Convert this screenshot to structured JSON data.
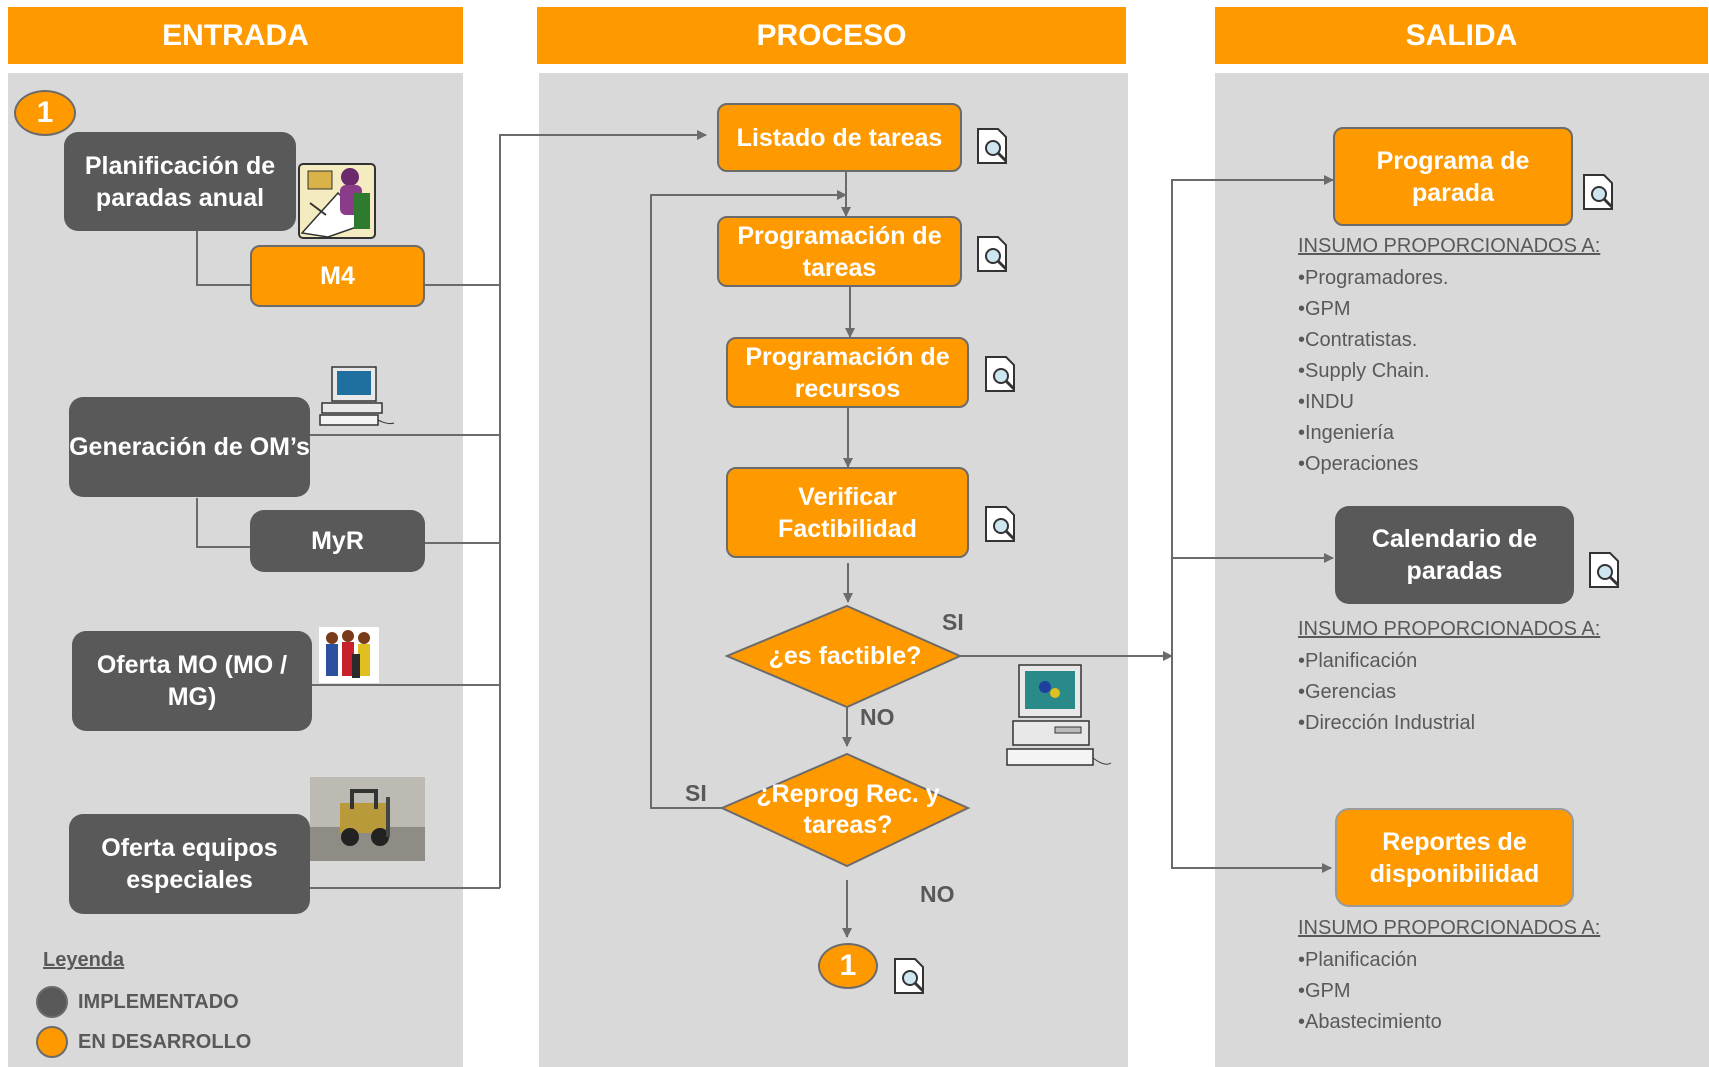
{
  "headers": {
    "entrada": "ENTRADA",
    "proceso": "PROCESO",
    "salida": "SALIDA"
  },
  "entrada": {
    "step_number": "1",
    "planificacion": "Planificación de paradas anual",
    "m4": "M4",
    "generacion": "Generación de OM’s",
    "myr": "MyR",
    "oferta_mo": "Oferta MO (MO / MG)",
    "oferta_equipos": "Oferta equipos especiales"
  },
  "proceso": {
    "listado": "Listado de tareas",
    "prog_tareas": "Programación de tareas",
    "prog_recursos": "Programación de recursos",
    "verificar": "Verificar Factibilidad",
    "es_factible": "¿es factible?",
    "si_1": "SI",
    "no_1": "NO",
    "reprog": "¿Reprog Rec. y tareas?",
    "si_2": "SI",
    "no_2": "NO",
    "end_number": "1"
  },
  "salida": {
    "programa": "Programa de parada",
    "insumo_1_title": "INSUMO PROPORCIONADOS A:",
    "insumo_1_items": [
      "•Programadores.",
      "•GPM",
      "•Contratistas.",
      "•Supply Chain.",
      "•INDU",
      "•Ingeniería",
      "•Operaciones"
    ],
    "calendario": "Calendario de paradas",
    "insumo_2_title": "INSUMO PROPORCIONADOS A:",
    "insumo_2_items": [
      "•Planificación",
      "•Gerencias",
      "•Dirección Industrial"
    ],
    "reportes": "Reportes de disponibilidad",
    "insumo_3_title": "INSUMO PROPORCIONADOS A:",
    "insumo_3_items": [
      "•Planificación",
      "•GPM",
      "•Abastecimiento"
    ]
  },
  "legend": {
    "title": "Leyenda",
    "implementado": "IMPLEMENTADO",
    "en_desarrollo": "EN DESARROLLO"
  },
  "colors": {
    "orange": "#FF9900",
    "grey": "#595959",
    "panel": "#D9D9D9"
  },
  "icons": [
    "planning-clipart-icon",
    "computer-icon",
    "team-clipart-icon",
    "forklift-photo-icon",
    "document-magnifier-icon"
  ]
}
